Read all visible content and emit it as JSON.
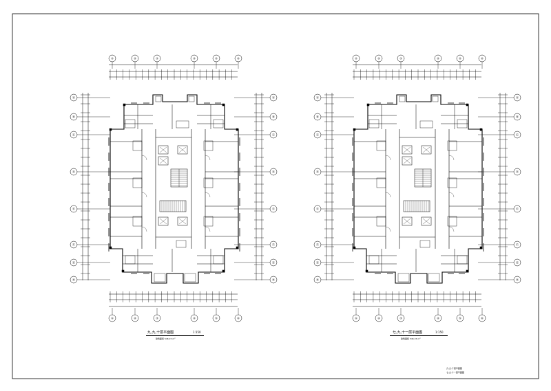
{
  "drawing": {
    "plans": [
      {
        "title": "九,九,十层平面图",
        "scale": "1:150",
        "subtitle": "建筑面积 546.15 m²",
        "axes_top": [
          "①",
          "②",
          "③",
          "④",
          "⑤",
          "⑥"
        ],
        "axes_side": [
          "Ⓐ",
          "Ⓑ",
          "Ⓒ",
          "Ⓓ",
          "Ⓔ",
          "Ⓕ",
          "Ⓖ",
          "Ⓗ"
        ]
      },
      {
        "title": "七,九,十一层平面图",
        "scale": "1:150",
        "subtitle": "建筑面积 546.15 m²",
        "axes_top": [
          "①",
          "②",
          "③",
          "④",
          "⑤",
          "⑥"
        ],
        "axes_side": [
          "Ⓐ",
          "Ⓑ",
          "Ⓒ",
          "Ⓓ",
          "Ⓔ",
          "Ⓕ",
          "Ⓖ",
          "Ⓗ"
        ]
      }
    ],
    "notes": [
      "九,九,十层平面图",
      "七,九,十一层平面图"
    ]
  }
}
